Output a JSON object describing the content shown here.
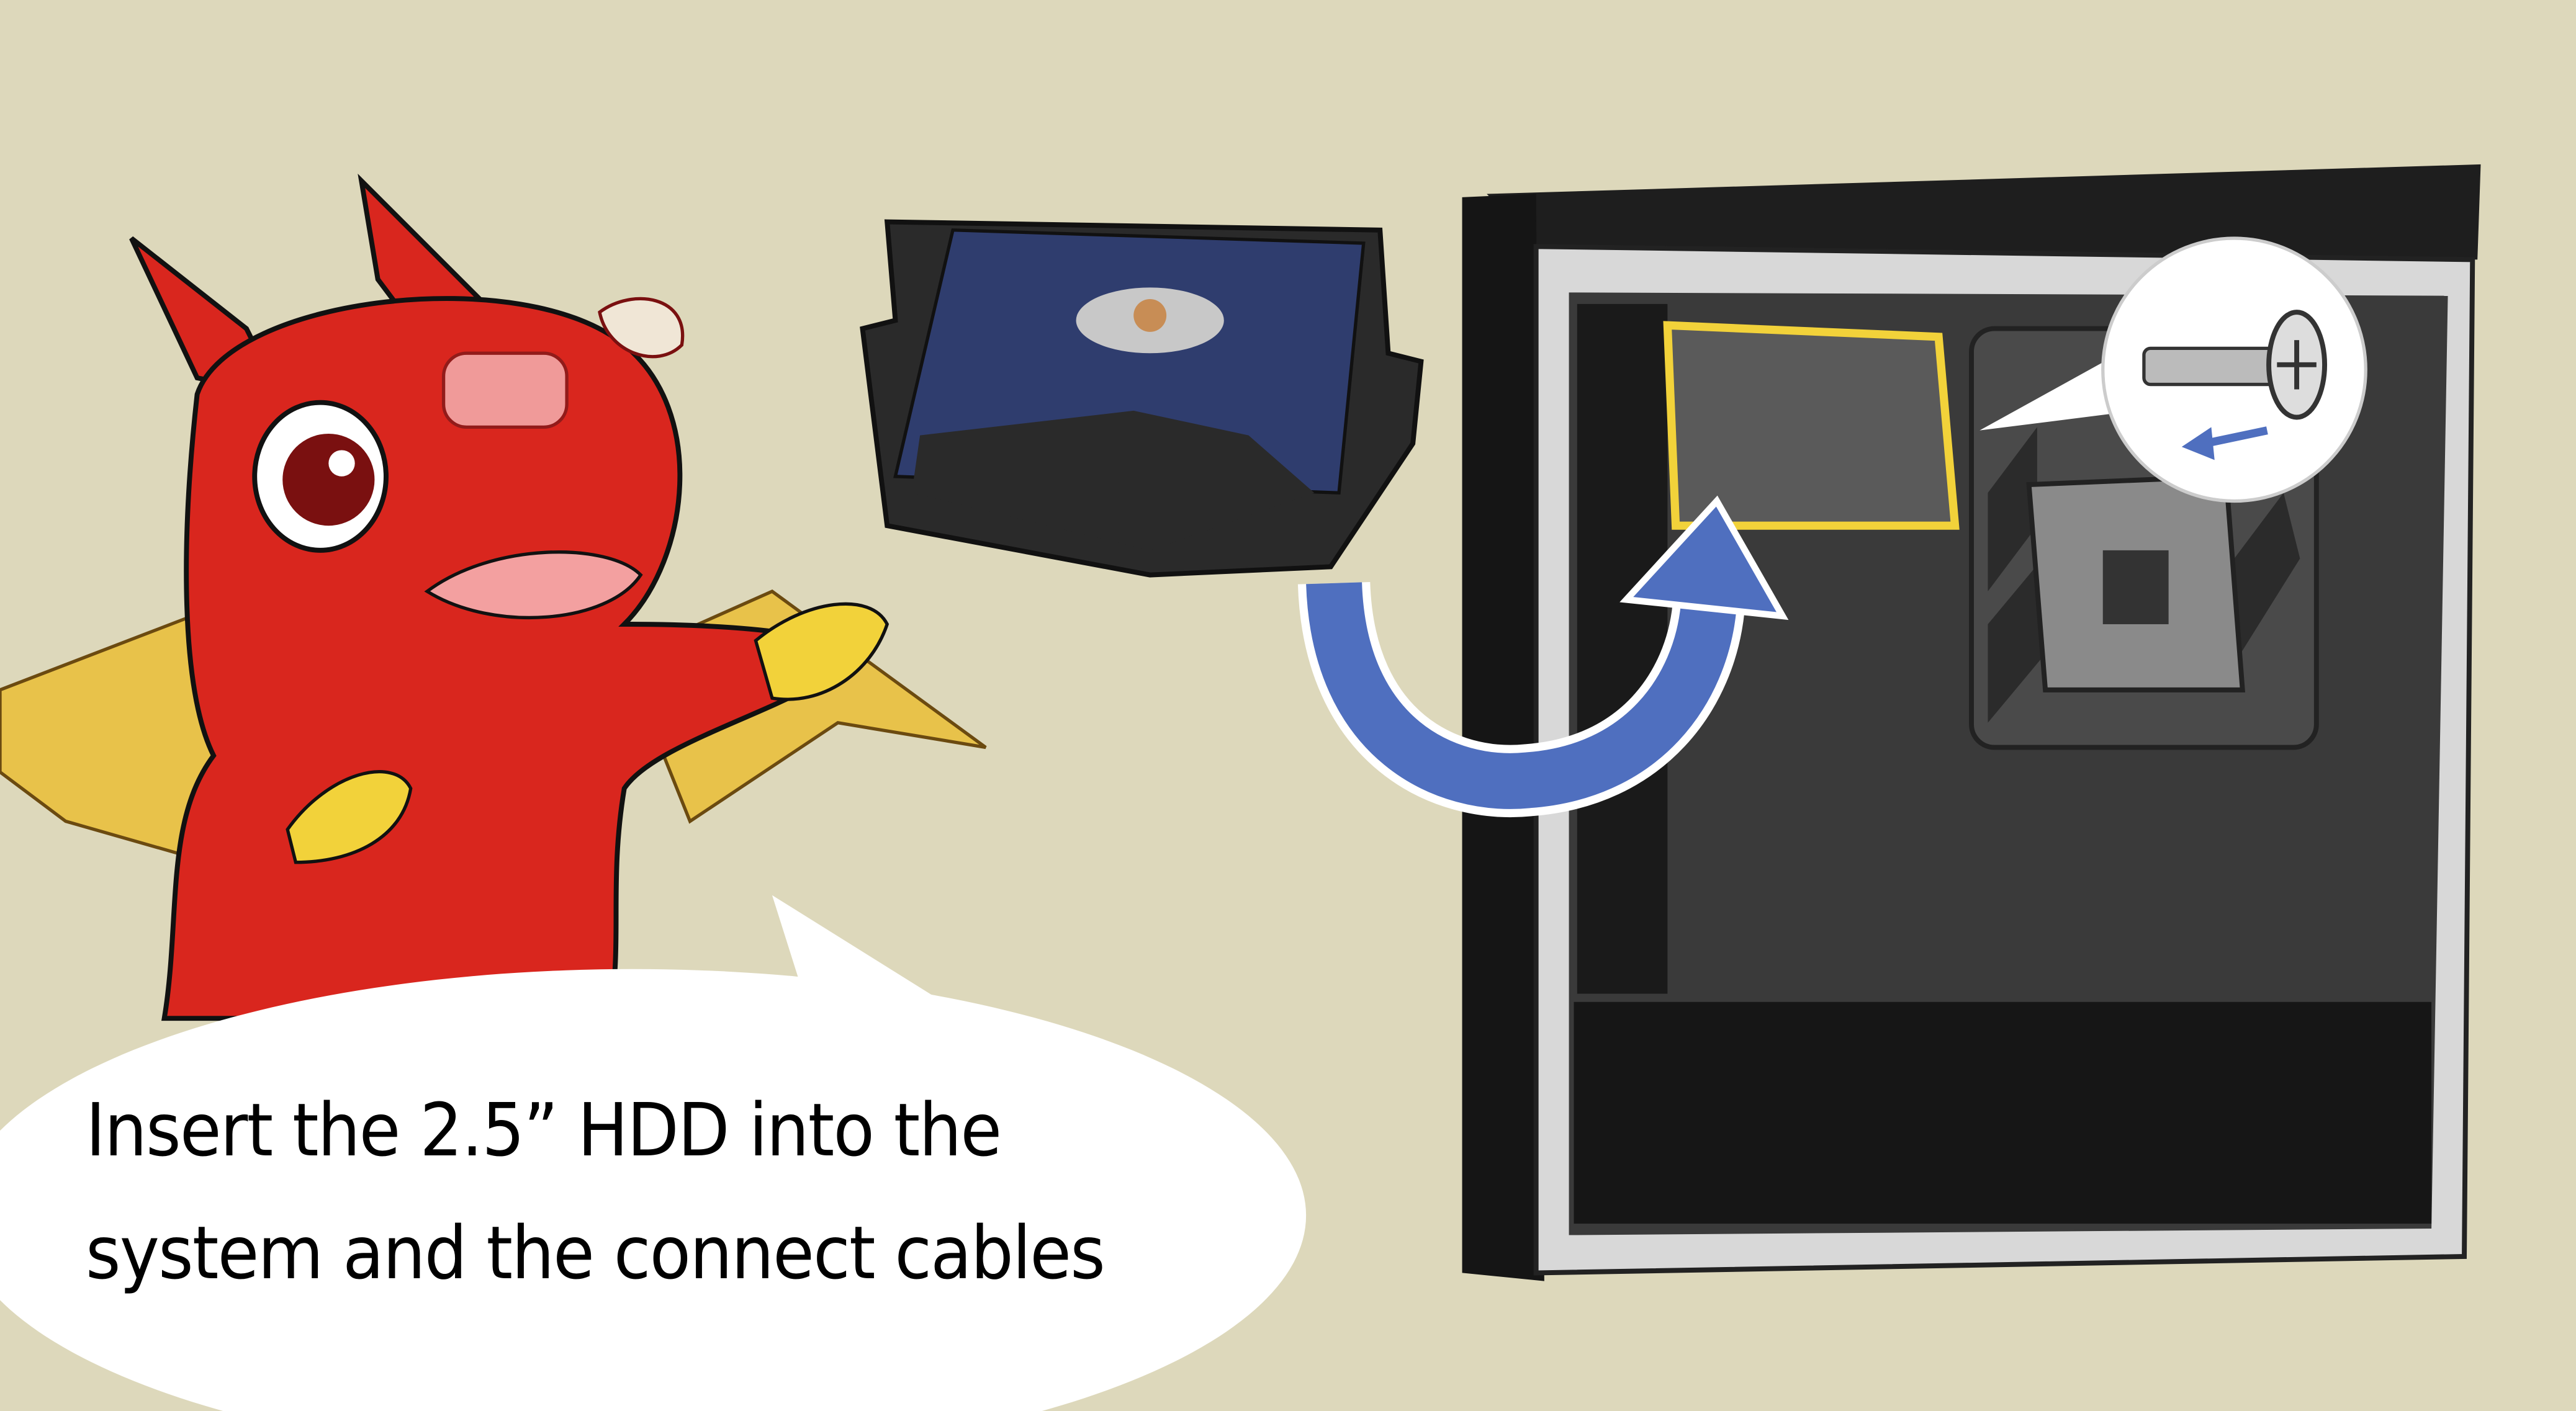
{
  "caption": {
    "line1": "Insert the 2.5” HDD into the",
    "line2": "system and the connect cables"
  },
  "colors": {
    "background": "#ddd8bb",
    "dragon": "#d9261e",
    "wing": "#e8c24a",
    "arrow": "#4f6fbf",
    "highlight": "#f2d23a",
    "case": "#2a2a2a"
  },
  "icons": [
    "dragon-mascot",
    "hdd-bracket",
    "pc-case",
    "install-arrow",
    "screw-icon",
    "direction-arrow"
  ]
}
